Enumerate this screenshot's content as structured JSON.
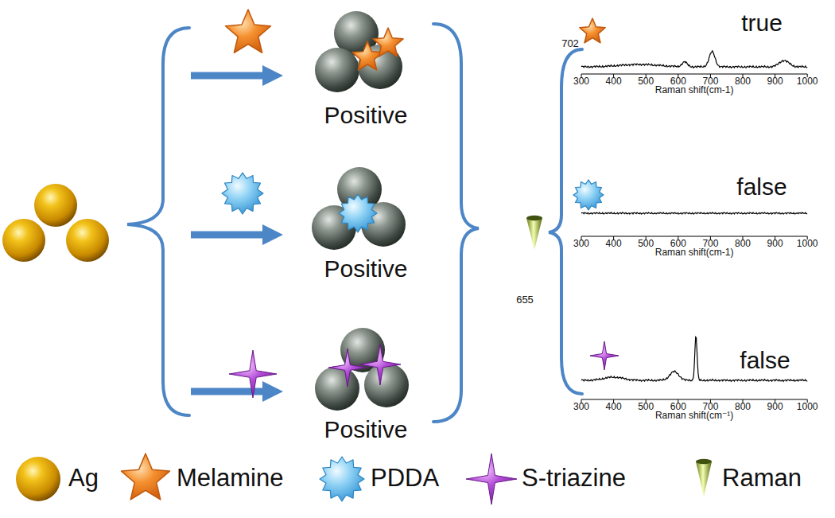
{
  "diagram": {
    "nodes": [
      {
        "text": [
          "Positive"
        ]
      },
      {
        "text": [
          "Positive"
        ]
      },
      {
        "text": [
          "Positive"
        ]
      }
    ],
    "labels": [
      "702",
      "true",
      "300",
      "400",
      "500",
      "600",
      "700",
      "800",
      "900",
      "1000",
      "Raman shift(cm-1)",
      "false",
      "300",
      "400",
      "500",
      "600",
      "700",
      "800",
      "900",
      "1000",
      "Raman shift(cm-1)",
      "655",
      "false",
      "300",
      "400",
      "500",
      "600",
      "700",
      "800",
      "900",
      "1000",
      "Raman shift(cm⁻¹)"
    ],
    "legend": [
      {
        "text": "Ag"
      },
      {
        "text": "Melamine"
      },
      {
        "text": "PDDA"
      },
      {
        "text": "S-triazine"
      },
      {
        "text": "Raman"
      }
    ]
  }
}
